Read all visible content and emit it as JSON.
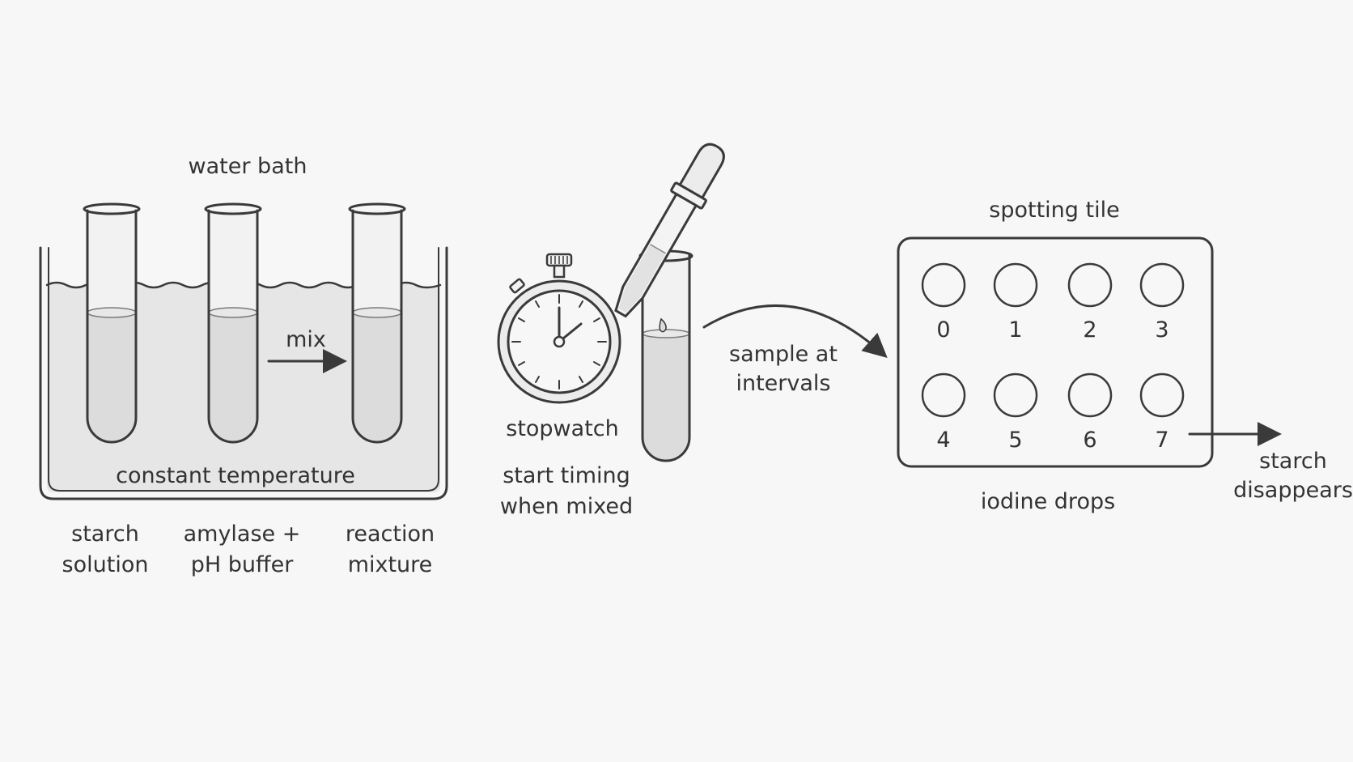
{
  "labels": {
    "water_bath": "water bath",
    "mix": "mix",
    "constant_temperature": "constant temperature",
    "starch_solution": [
      "starch",
      "solution"
    ],
    "amylase_buffer": [
      "amylase +",
      "pH buffer"
    ],
    "reaction_mixture": [
      "reaction",
      "mixture"
    ],
    "stopwatch": "stopwatch",
    "start_timing": [
      "start timing",
      "when mixed"
    ],
    "sample_at_intervals": [
      "sample at",
      "intervals"
    ],
    "spotting_tile": "spotting tile",
    "iodine_drops": "iodine drops",
    "starch_disappears": [
      "starch",
      "disappears"
    ]
  },
  "tile_wells": [
    "0",
    "1",
    "2",
    "3",
    "4",
    "5",
    "6",
    "7"
  ],
  "colors": {
    "line": "#3a3a3a",
    "liquid": "#e4e4e4",
    "glass": "#f2f2f2",
    "text": "#333333",
    "background": "#f7f7f7"
  }
}
